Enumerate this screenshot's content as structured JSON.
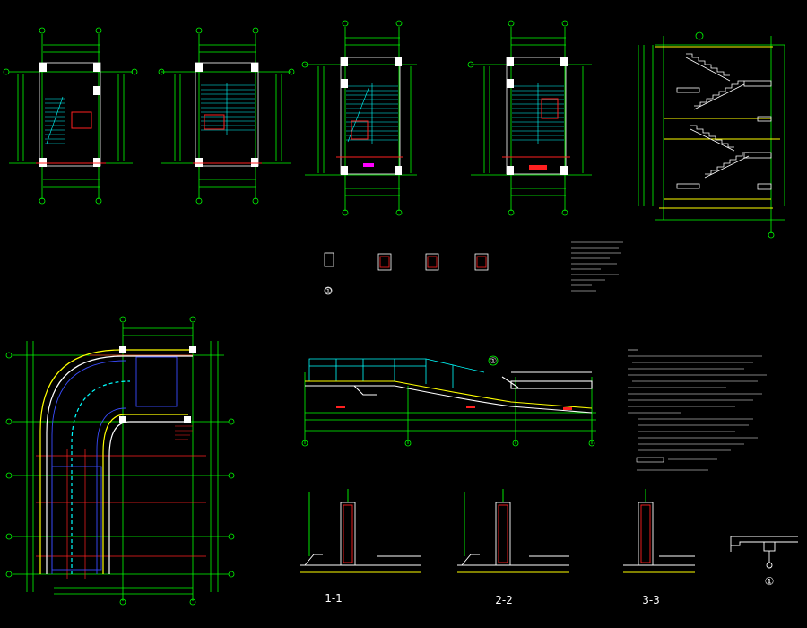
{
  "viewer": {
    "background": "#000000",
    "colors": {
      "grid": "#00ff00",
      "stair": "#00ffff",
      "axis": "#ff2020",
      "fill": "#ffffff",
      "accent": "#ff00ff",
      "yellow": "#ffff00",
      "blue": "#3a4cff"
    }
  },
  "labels": {
    "section_1": "1-1",
    "section_2": "2-2",
    "section_3": "3-3",
    "detail_1": "①",
    "detail_1b": "①",
    "detail_1c": "①"
  }
}
